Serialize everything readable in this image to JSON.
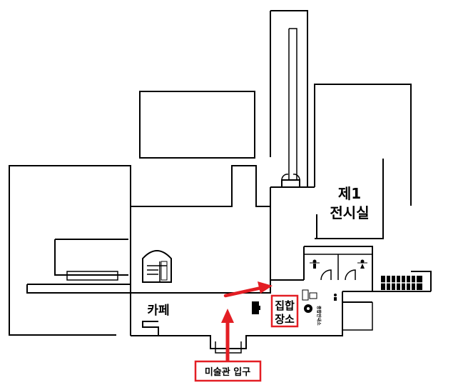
{
  "labels": {
    "gallery_line1": "제1",
    "gallery_line2": "전시실",
    "cafe": "카페",
    "meeting_line1": "집합",
    "meeting_line2": "장소",
    "entrance": "미술관 입구",
    "vertical_sign": "종합안내소"
  },
  "colors": {
    "wall": "#000000",
    "highlight": "#e31e24",
    "background": "#ffffff"
  },
  "icons": {
    "restroom_male": "male-restroom-icon",
    "restroom_female": "female-restroom-icon",
    "accessible": "wheelchair-icon",
    "info": "info-desk-icon",
    "staircase": "staircase-icon"
  }
}
